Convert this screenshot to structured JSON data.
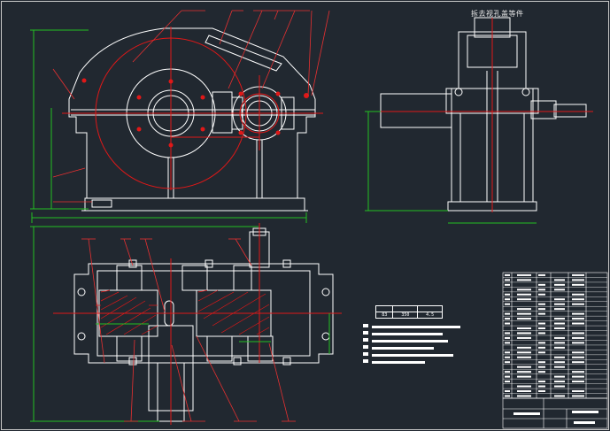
{
  "drawing": {
    "title_note": "拆去视孔盖等件",
    "params_header": [
      "",
      "",
      ""
    ],
    "params_values": [
      "83",
      "350",
      "4.5"
    ]
  },
  "colors": {
    "background": "#212830",
    "outline": "#ffffff",
    "centerline": "#e01818",
    "dimension": "#22c022",
    "leader": "#e83030"
  }
}
